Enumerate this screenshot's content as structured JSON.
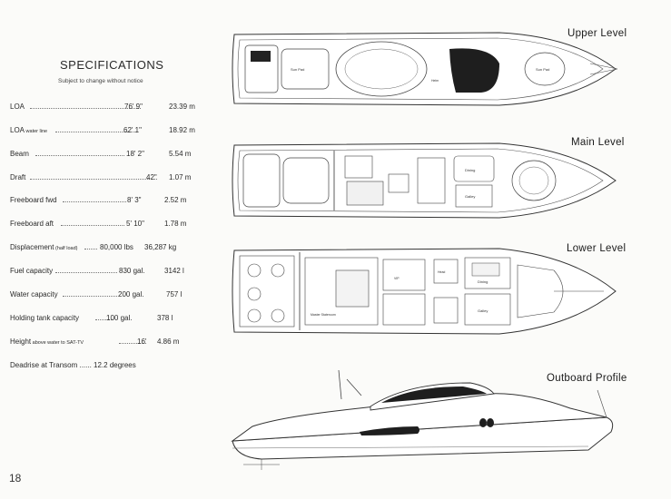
{
  "specifications": {
    "title": "SPECIFICATIONS",
    "subtitle": "Subject to change without notice",
    "rows": [
      {
        "label": "LOA",
        "note": "",
        "imperial": "76' 9\"",
        "metric": "23.39 m"
      },
      {
        "label": "LOA",
        "note": "water line",
        "imperial": "62' 1\"",
        "metric": "18.92 m"
      },
      {
        "label": "Beam",
        "note": "",
        "imperial": "18' 2\"",
        "metric": "5.54 m"
      },
      {
        "label": "Draft",
        "note": "",
        "imperial": "42\"",
        "metric": "1.07 m"
      },
      {
        "label": "Freeboard fwd",
        "note": "",
        "imperial": "8' 3\"",
        "metric": "2.52 m"
      },
      {
        "label": "Freeboard aft",
        "note": "",
        "imperial": "5' 10\"",
        "metric": "1.78 m"
      },
      {
        "label": "Displacement",
        "note": "(half load)",
        "imperial": "80,000 lbs",
        "metric": "36,287 kg"
      },
      {
        "label": "Fuel capacity",
        "note": "",
        "imperial": "830 gal.",
        "metric": "3142 l"
      },
      {
        "label": "Water capacity",
        "note": "",
        "imperial": "200 gal.",
        "metric": "757 l"
      },
      {
        "label": "Holding tank capacity",
        "note": "",
        "imperial": "100 gal.",
        "metric": "378 l"
      },
      {
        "label": "Height",
        "note": "above water to SAT-TV",
        "imperial": "16'",
        "metric": "4.86 m"
      }
    ],
    "deadrise": "Deadrise at Transom ...... 12.2 degrees"
  },
  "levels": {
    "upper": "Upper Level",
    "main": "Main Level",
    "lower": "Lower Level",
    "profile": "Outboard Profile"
  },
  "plan_labels": {
    "upper_sun_pad_aft": "Sun Pad",
    "upper_sun_pad_fwd": "Sun Pad",
    "upper_helm": "Helm",
    "main_dining": "Dining",
    "main_galley": "Galley",
    "lower_master": "Master Stateroom",
    "lower_vip": "VIP",
    "lower_dining": "Dining",
    "lower_galley": "Galley",
    "lower_head": "Head"
  },
  "page_number": "18"
}
